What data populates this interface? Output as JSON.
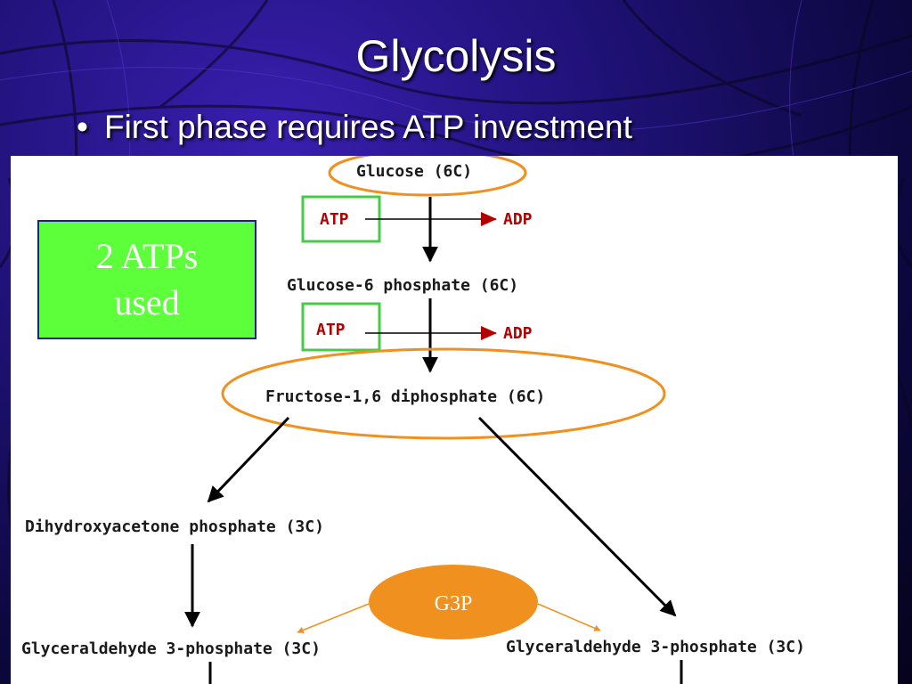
{
  "slide": {
    "title": "Glycolysis",
    "bullet": "First phase requires ATP investment"
  },
  "diagram": {
    "glucose": "Glucose (6C)",
    "atp_1": "ATP",
    "adp_1": "ADP",
    "glucose_6p": "Glucose-6 phosphate (6C)",
    "atp_2": "ATP",
    "adp_2": "ADP",
    "fructose_16dp": "Fructose-1,6 diphosphate (6C)",
    "dhap": "Dihydroxyacetone phosphate (3C)",
    "g3p_left": "Glyceraldehyde 3-phosphate (3C)",
    "g3p_right": "Glyceraldehyde 3-phosphate (3C)",
    "g3p_badge": "G3P"
  },
  "callout": {
    "line1": "2 ATPs",
    "line2": "used"
  },
  "colors": {
    "highlight_orange": "#f0901e",
    "atp_box_green": "#44cc44",
    "cofactor_red": "#b30000",
    "callout_green": "#5cff3a",
    "background_purple": "#20127a"
  }
}
